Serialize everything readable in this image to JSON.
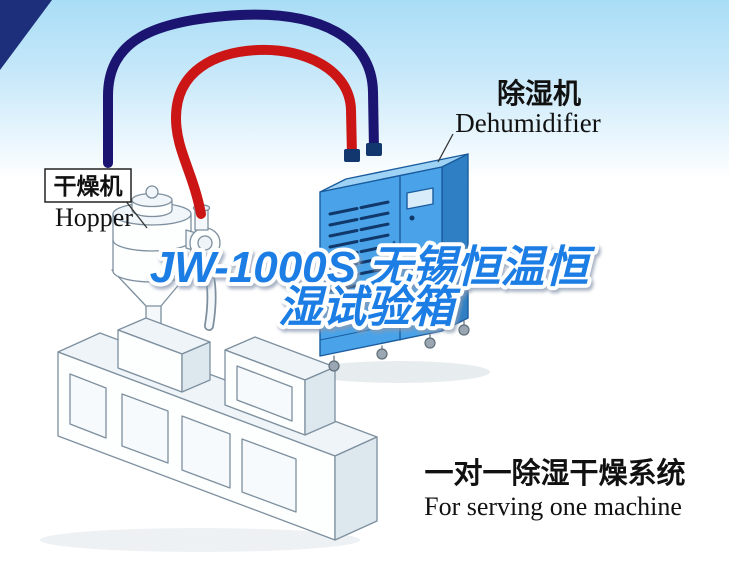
{
  "title": {
    "line1": "JW-1000S 无锡恒温恒",
    "line2": "湿试验箱"
  },
  "labels": {
    "hopper_cn": "干燥机",
    "hopper_en": "Hopper",
    "dehumidifier_cn": "除湿机",
    "dehumidifier_en": "Dehumidifier"
  },
  "caption": {
    "cn": "一对一除湿干燥系统",
    "en": "For serving one machine"
  },
  "colors": {
    "title_blue": "#1a7ee4",
    "hose_red": "#cc1616",
    "hose_blue": "#1b1470",
    "cabinet_blue": "#4aa3e8",
    "sky_blue": "#a9ddf6",
    "corner_navy": "#1d2e7b"
  }
}
